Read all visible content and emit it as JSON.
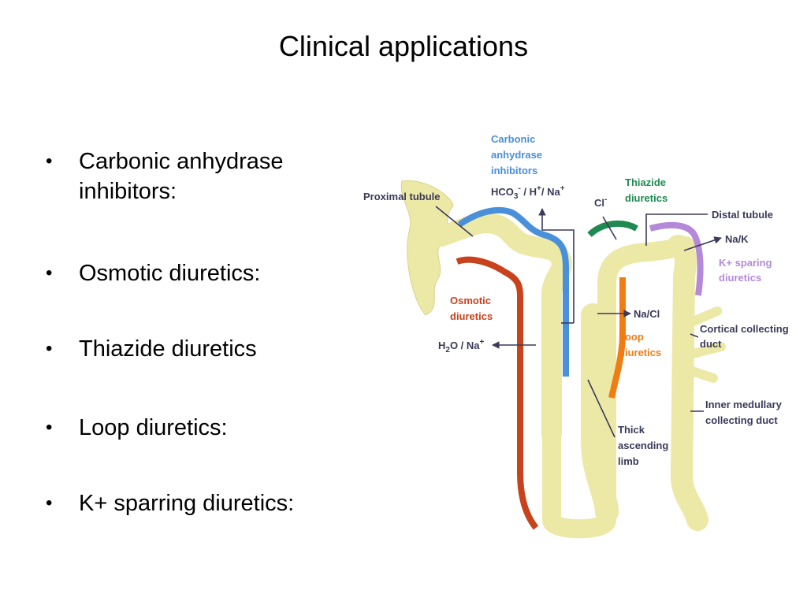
{
  "title": "Clinical applications",
  "bullets": [
    {
      "line1": "Carbonic anhydrase",
      "line2": "inhibitors:"
    },
    {
      "line1": "Osmotic diuretics:",
      "line2": ""
    },
    {
      "line1": "Thiazide diuretics",
      "line2": ""
    },
    {
      "line1": "Loop diuretics:",
      "line2": ""
    },
    {
      "line1": "K+ sparring diuretics:",
      "line2": ""
    }
  ],
  "diagram": {
    "carbonic": {
      "line1": "Carbonic",
      "line2": "anhydrase",
      "line3": "inhibitors",
      "color": "#4a8fd9"
    },
    "hco3": {
      "base": "HCO",
      "sub": "3",
      "sup": "-",
      "rest1": " / H",
      "sup2": "+",
      "rest2": "/ Na",
      "sup3": "+"
    },
    "thiazide": {
      "line1": "Thiazide",
      "line2": "diuretics",
      "color": "#1e8a50"
    },
    "cl": {
      "base": "Cl",
      "sup": "-"
    },
    "proximal": "Proximal tubule",
    "distal": "Distal tubule",
    "nak": "Na/K",
    "ksparing": {
      "line1": "K+ sparing",
      "line2": "diuretics",
      "color": "#b48ad8"
    },
    "osmotic": {
      "line1": "Osmotic",
      "line2": "diuretics",
      "color": "#c8421b"
    },
    "h2o": {
      "base": "H",
      "sub": "2",
      "rest": "O / Na",
      "sup": "+"
    },
    "nacl": "Na/Cl",
    "loop": {
      "line1": "Loop",
      "line2": "diuretics",
      "color": "#f07d14"
    },
    "cortical": {
      "line1": "Cortical collecting",
      "line2": "duct"
    },
    "inner": {
      "line1": "Inner medullary",
      "line2": "collecting duct"
    },
    "thick": {
      "line1": "Thick",
      "line2": "ascending",
      "line3": "limb"
    },
    "label_color": "#3a3a5a",
    "tubule_color": "#ece8a6"
  }
}
